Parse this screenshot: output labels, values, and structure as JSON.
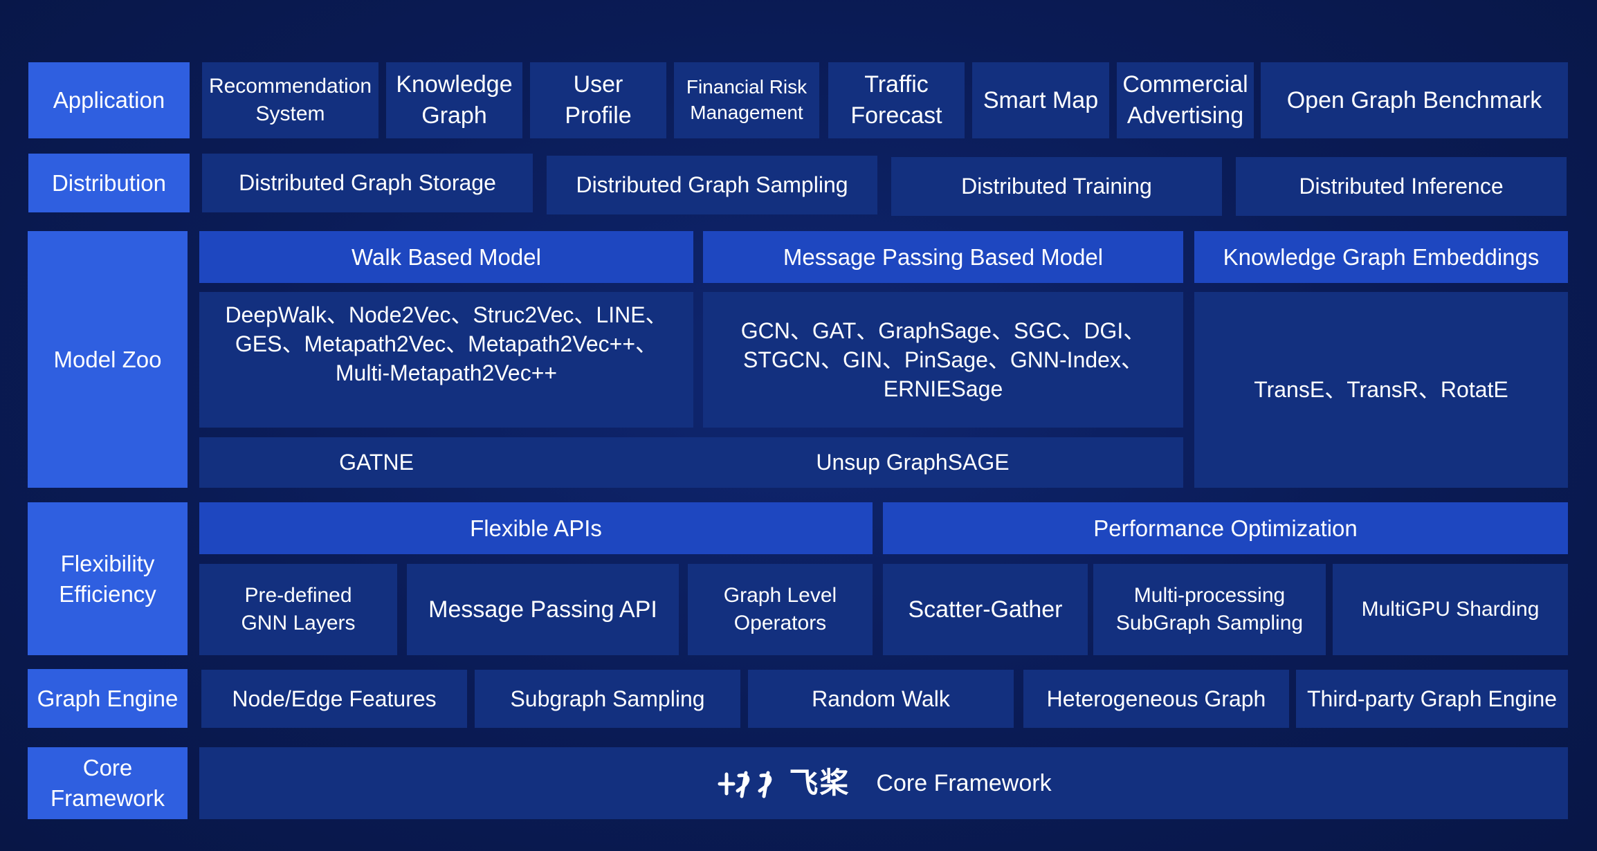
{
  "layers": {
    "application": {
      "label": "Application",
      "items": [
        "Recommendation\nSystem",
        "Knowledge\nGraph",
        "User Profile",
        "Financial Risk\nManagement",
        "Traffic\nForecast",
        "Smart Map",
        "Commercial\nAdvertising",
        "Open Graph Benchmark"
      ]
    },
    "distribution": {
      "label": "Distribution",
      "items": [
        "Distributed Graph Storage",
        "Distributed Graph Sampling",
        "Distributed Training",
        "Distributed Inference"
      ]
    },
    "model_zoo": {
      "label": "Model Zoo",
      "walk_header": "Walk Based Model",
      "walk_models": "DeepWalk、Node2Vec、Struc2Vec、LINE、\nGES、Metapath2Vec、Metapath2Vec++、\nMulti-Metapath2Vec++",
      "mp_header": "Message Passing Based Model",
      "mp_models": "GCN、GAT、GraphSage、SGC、DGI、\nSTGCN、GIN、PinSage、GNN-Index、\nERNIESage",
      "kge_header": "Knowledge Graph Embeddings",
      "kge_models": "TransE、TransR、RotatE",
      "shared_left": "GATNE",
      "shared_right": "Unsup GraphSAGE"
    },
    "flex_eff": {
      "label": "Flexibility\nEfficiency",
      "flex_header": "Flexible APIs",
      "perf_header": "Performance Optimization",
      "items": [
        "Pre-defined\nGNN Layers",
        "Message Passing API",
        "Graph Level\nOperators",
        "Scatter-Gather",
        "Multi-processing\nSubGraph Sampling",
        "MultiGPU Sharding"
      ]
    },
    "graph_engine": {
      "label": "Graph Engine",
      "items": [
        "Node/Edge Features",
        "Subgraph Sampling",
        "Random Walk",
        "Heterogeneous Graph",
        "Third-party Graph Engine"
      ]
    },
    "core": {
      "label": "Core\nFramework",
      "logo_icon": "paddlepaddle-logo-icon",
      "logo_wordmark": "飞桨",
      "text": "Core Framework"
    }
  },
  "colors": {
    "background": "#0a1b55",
    "label_fill": "#2f5fe0",
    "header_fill": "#1e47c0",
    "cell_fill": "#13307f",
    "text": "#ffffff"
  }
}
